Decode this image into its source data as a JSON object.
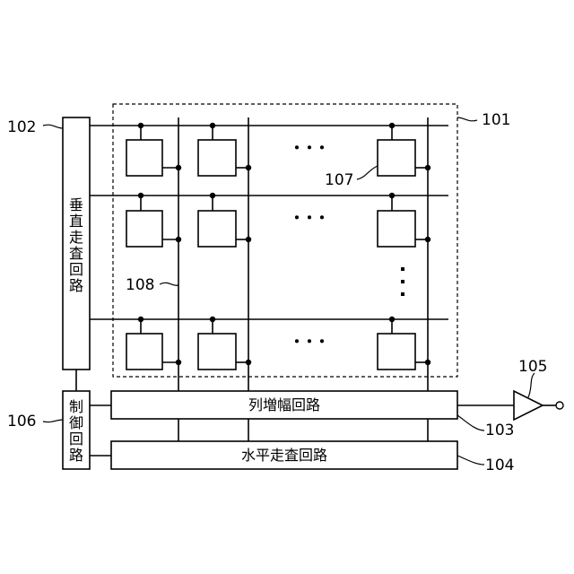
{
  "labels": {
    "pixel_array": "101",
    "vertical_scan": "102",
    "column_amp": "103",
    "horizontal_scan": "104",
    "output_buffer": "105",
    "control": "106",
    "pixel": "107",
    "signal_line": "108"
  },
  "blocks": {
    "vertical_scan_text": [
      "垂",
      "直",
      "走",
      "査",
      "回",
      "路"
    ],
    "control_text": [
      "制",
      "御",
      "回",
      "路"
    ],
    "column_amp_text": "列増幅回路",
    "horizontal_scan_text": "水平走査回路"
  },
  "ellipsis": "･･･"
}
